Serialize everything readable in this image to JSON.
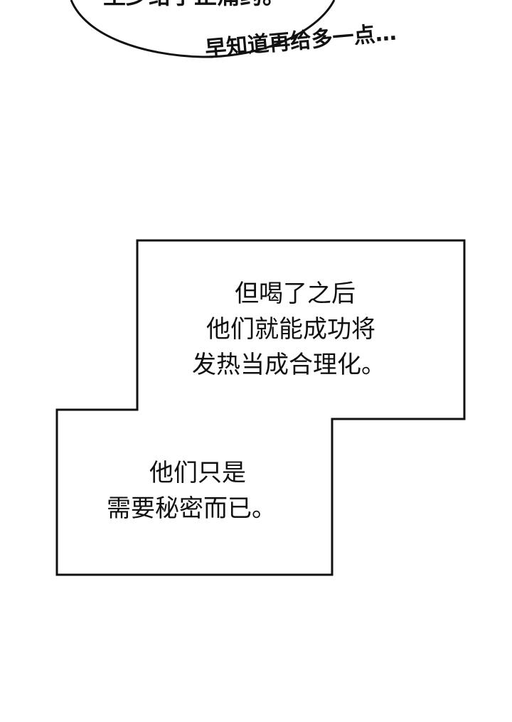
{
  "bubble_top": {
    "cut_text": "至少给了止痛药。"
  },
  "aside": "早知道再给多一点…",
  "caption_box": {
    "block1": [
      "但喝了之后",
      "他们就能成功将",
      "发热当成合理化。"
    ],
    "block2": [
      "他们只是",
      "需要秘密而已。"
    ]
  }
}
